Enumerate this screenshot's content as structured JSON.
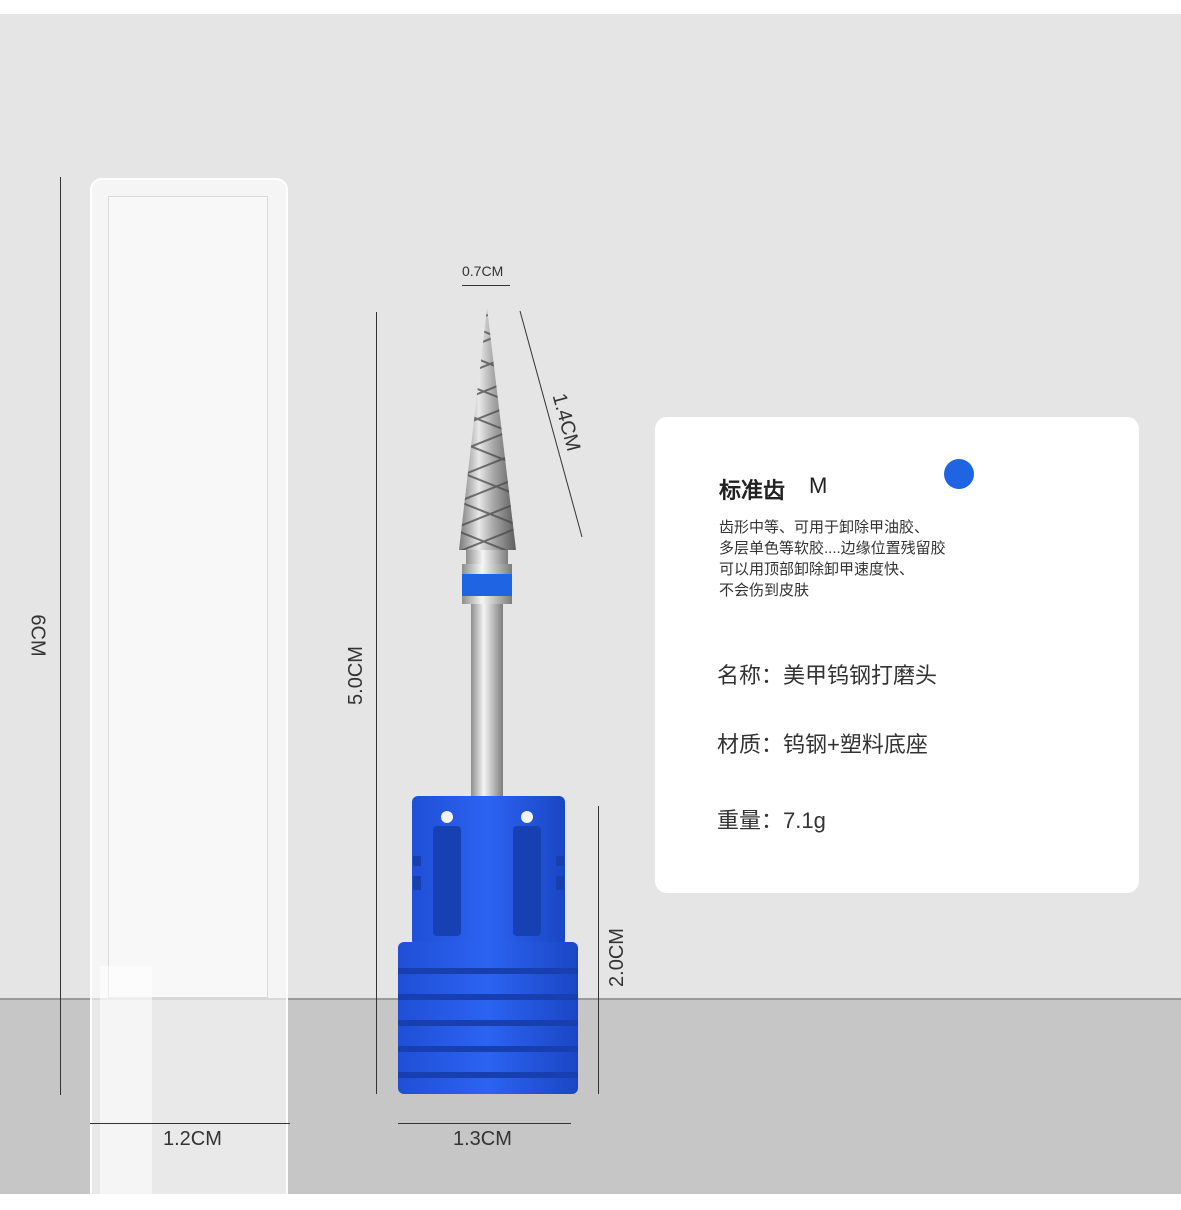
{
  "dimensions": {
    "tube_height": "6CM",
    "tube_width": "1.2CM",
    "head_diameter": "0.7CM",
    "head_length": "1.4CM",
    "total_length": "5.0CM",
    "base_height": "2.0CM",
    "base_width": "1.3CM"
  },
  "product": {
    "grade_title": "标准齿",
    "grade_code": "M",
    "description_lines": [
      "齿形中等、可用于卸除甲油胶、",
      "多层单色等软胶....边缘位置残留胶",
      "可以用顶部卸除卸甲速度快、",
      "不会伤到皮肤"
    ],
    "name": "名称：美甲钨钢打磨头",
    "material": "材质：钨钢+塑料底座",
    "weight": "重量：7.1g"
  },
  "colors": {
    "accent_blue": "#1f64e3",
    "base_blue": "#2a5ef0",
    "background": "#e5e5e5",
    "floor": "#c6c6c6"
  }
}
